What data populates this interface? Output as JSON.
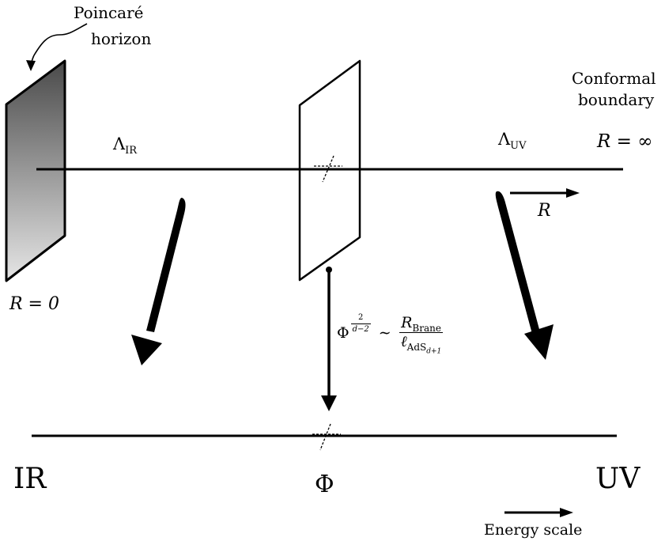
{
  "labels": {
    "poincare_line1": "Poincaré",
    "poincare_line2": "horizon",
    "conformal_line1": "Conformal",
    "conformal_line2": "boundary",
    "lambda_ir_symbol": "Λ",
    "lambda_ir_sub": "IR",
    "lambda_uv_symbol": "Λ",
    "lambda_uv_sub": "UV",
    "r_infinity": "R = ∞",
    "r_zero": "R = 0",
    "r_direction": "R",
    "ir": "IR",
    "uv": "UV",
    "phi": "Φ",
    "energy_scale": "Energy scale"
  },
  "formula": {
    "lhs_symbol": "Φ",
    "lhs_exp_num": "2",
    "lhs_exp_den": "d−2",
    "relation": "∼",
    "num_symbol": "R",
    "num_sub": "Brane",
    "den_symbol": "ℓ",
    "den_sub": "AdS",
    "den_sub_sub": "d+1"
  },
  "colors": {
    "horizon_gradient_top": "#4a4a4a",
    "horizon_gradient_bottom": "#e6e6e6",
    "ink": "#000000"
  }
}
